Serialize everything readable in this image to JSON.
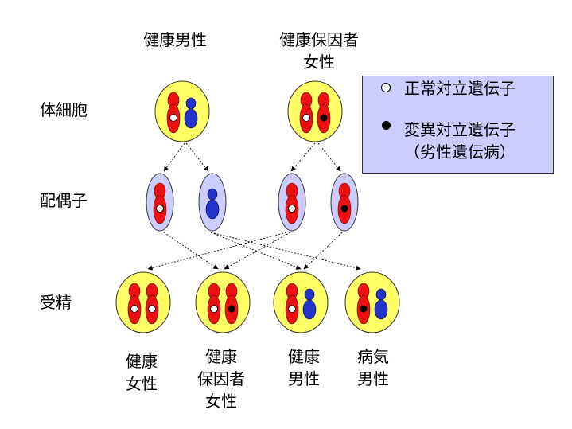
{
  "headers": {
    "healthy_male": "健康男性",
    "carrier_female_line1": "健康保因者",
    "carrier_female_line2": "女性"
  },
  "rows": {
    "somatic": "体細胞",
    "gamete": "配偶子",
    "fertilization": "受精"
  },
  "legend": {
    "normal": "正常対立遺伝子",
    "mutant_line1": "変異対立遺伝子",
    "mutant_line2": "（劣性遺伝病）"
  },
  "offspring": [
    {
      "line1": "健康",
      "line2": "女性",
      "line3": ""
    },
    {
      "line1": "健康",
      "line2": "保因者",
      "line3": "女性"
    },
    {
      "line1": "健康",
      "line2": "男性",
      "line3": ""
    },
    {
      "line1": "病気",
      "line2": "男性",
      "line3": ""
    }
  ],
  "colors": {
    "cell_fill": "#ffff66",
    "gamete_fill": "#ccccff",
    "x_chromosome": "#ee1111",
    "y_chromosome": "#2233cc",
    "legend_bg": "#ccccff"
  }
}
